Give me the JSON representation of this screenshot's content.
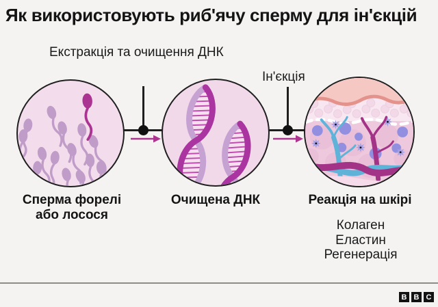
{
  "header": {
    "title": "Як використовують риб'ячу сперму для ін'єкцій"
  },
  "stage_labels": {
    "extraction": "Екстракція та очищення ДНК",
    "injection": "Ін'єкція"
  },
  "steps": [
    {
      "illustration": "sperm-cells",
      "caption_line1": "Сперма форелі",
      "caption_line2": "або лосося"
    },
    {
      "illustration": "dna-helix",
      "caption": "Очищена ДНК"
    },
    {
      "illustration": "skin-cross-section",
      "caption": "Реакція на шкірі",
      "effects": [
        "Колаген",
        "Еластин",
        "Регенерація"
      ]
    }
  ],
  "footer": {
    "logo_letters": [
      "B",
      "B",
      "C"
    ]
  },
  "colors": {
    "background": "#f4f3f1",
    "text": "#141414",
    "accent_magenta": "#ad3590",
    "sperm_light": "#c09cc8",
    "sperm_dark": "#ab3493",
    "dna_dark": "#aa35a0",
    "dna_light": "#c6a2d3",
    "circle_fill": "#f3dcec",
    "skin_epidermis": "#f6c8c3",
    "skin_dermis": "#eec9dd",
    "vessel_blue": "#5fb3d8",
    "vessel_magenta": "#a33386",
    "divider": "#8e8c89"
  }
}
